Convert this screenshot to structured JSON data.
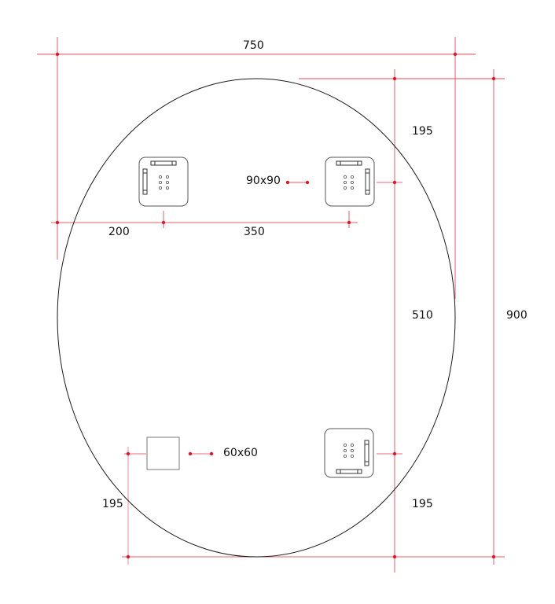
{
  "diagram": {
    "type": "technical-drawing",
    "subject": "oval mirror with mounting brackets",
    "colors": {
      "outline": "#1a1a1a",
      "dimension_line": "#e35d6a",
      "dimension_dot": "#e0162b",
      "bracket_stroke": "#555555"
    },
    "dimensions": {
      "overall_width": "750",
      "overall_height": "900",
      "top_offset_right": "195",
      "middle_span_right": "510",
      "bottom_offset_right": "195",
      "bottom_offset_left": "195",
      "left_bracket_offset": "200",
      "bracket_spacing": "350"
    },
    "callouts": {
      "large_bracket": "90x90",
      "small_spacer": "60x60"
    },
    "brackets": [
      {
        "id": "top-left",
        "size": "90x90"
      },
      {
        "id": "top-right",
        "size": "90x90"
      },
      {
        "id": "bottom-right",
        "size": "90x90"
      },
      {
        "id": "bottom-left",
        "size": "60x60"
      }
    ]
  }
}
